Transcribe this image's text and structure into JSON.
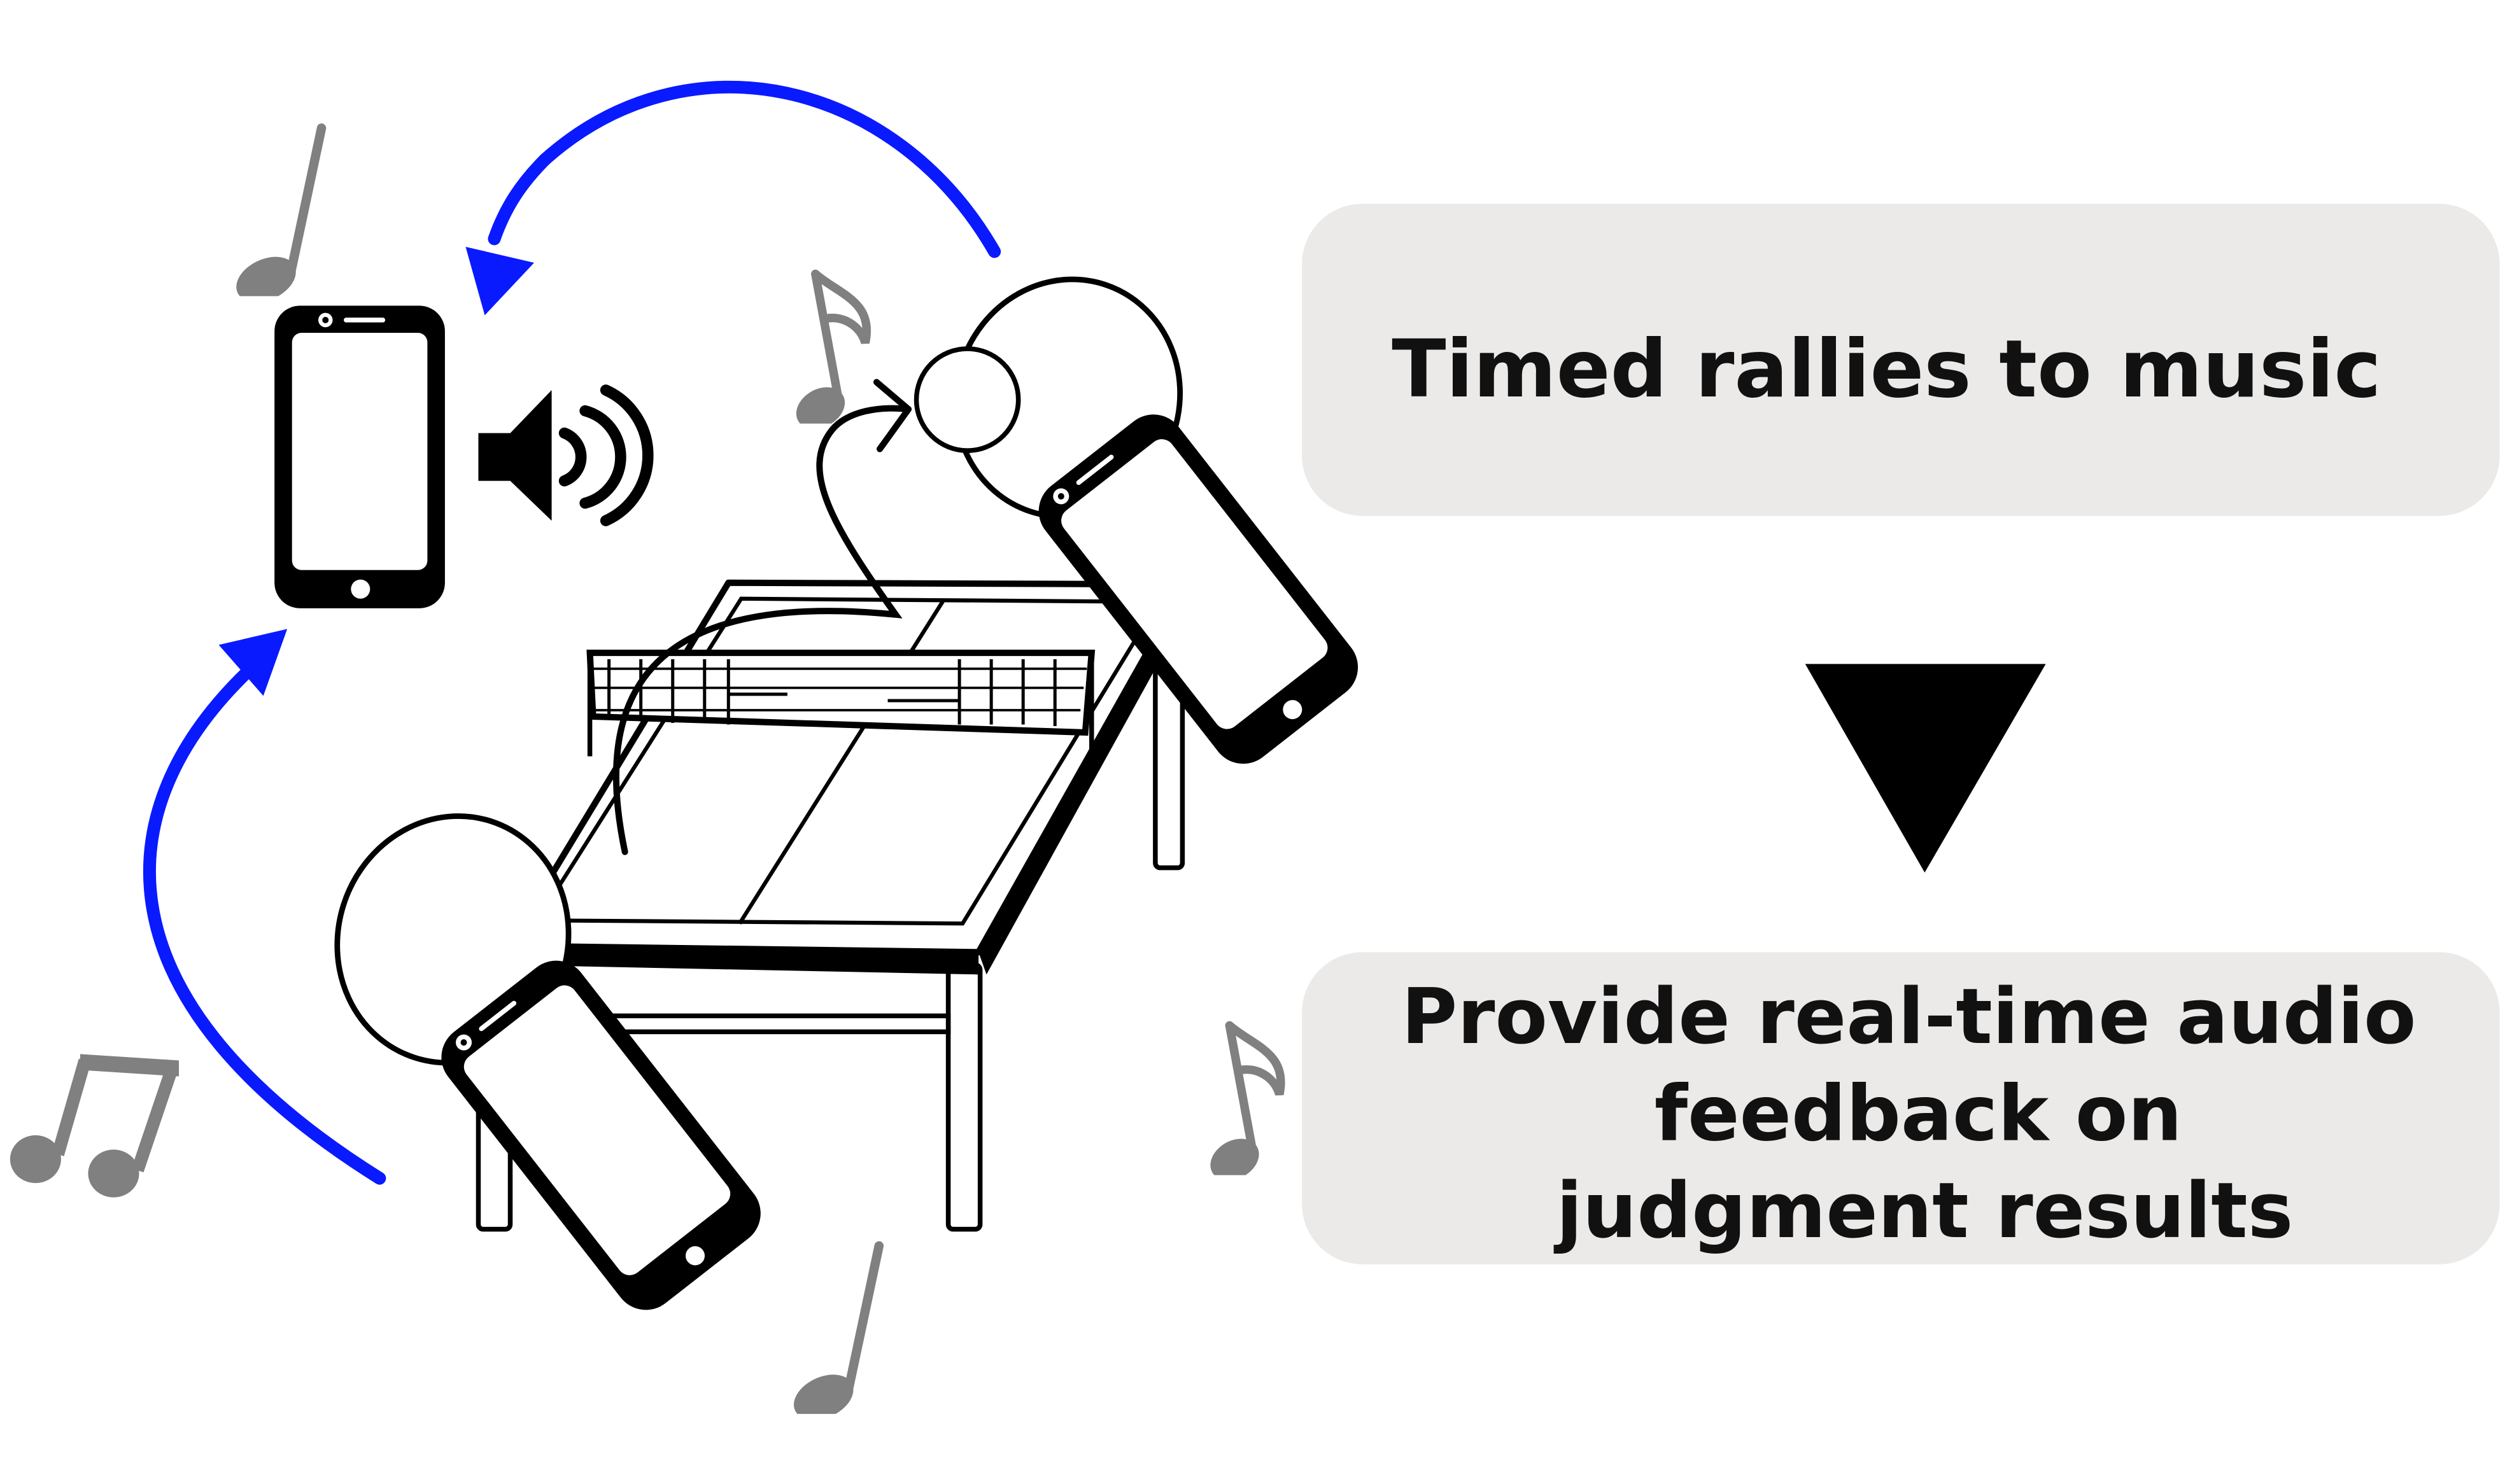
{
  "boxes": {
    "top_label": "Timed rallies to music",
    "bottom_lines": [
      "Provide real-time audio",
      "feedback on",
      "judgment results"
    ]
  },
  "colors": {
    "arrow": "#0a1aff",
    "box_fill": "#ebeae8",
    "note": "#808080",
    "ink": "#000000"
  },
  "icons": [
    "smartphone-icon",
    "speaker-icon",
    "music-note-icon",
    "beamed-notes-icon",
    "ping-pong-table-icon",
    "paddle-icon",
    "ball-icon",
    "down-triangle-icon"
  ]
}
